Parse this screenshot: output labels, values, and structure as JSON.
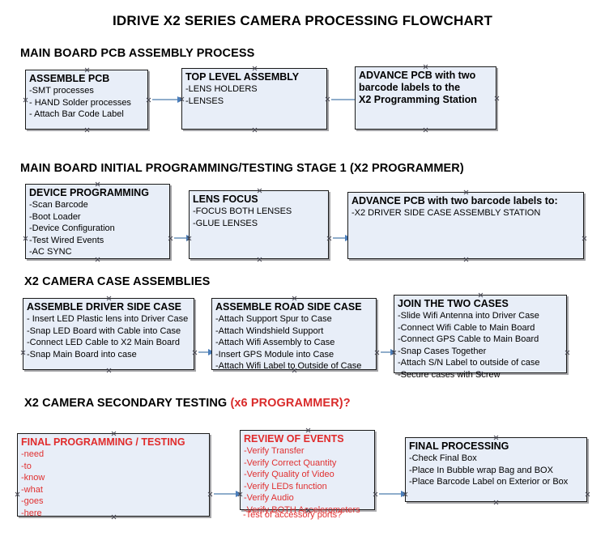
{
  "title": "IDRIVE X2  SERIES CAMERA PROCESSING FLOWCHART",
  "sections": [
    {
      "heading": "MAIN BOARD PCB ASSEMBLY PROCESS",
      "accent": ""
    },
    {
      "heading": "MAIN BOARD INITIAL PROGRAMMING/TESTING STAGE 1 (X2 PROGRAMMER)",
      "accent": ""
    },
    {
      "heading": "X2 CAMERA CASE ASSEMBLIES",
      "accent": ""
    },
    {
      "heading": "X2 CAMERA SECONDARY TESTING ",
      "accent": "(x6 PROGRAMMER)?"
    }
  ],
  "nodes": {
    "assemble_pcb": {
      "title": "ASSEMBLE PCB",
      "lines": [
        "-SMT processes",
        "- HAND Solder processes",
        "- Attach Bar Code Label"
      ]
    },
    "top_level_assembly": {
      "title": "TOP LEVEL ASSEMBLY",
      "lines": [
        "-LENS HOLDERS",
        "-LENSES"
      ]
    },
    "advance_pcb_station": {
      "title": "ADVANCE PCB with two",
      "title2": "barcode labels to the",
      "title3": " X2 Programming Station",
      "lines": []
    },
    "device_programming": {
      "title": "DEVICE PROGRAMMING",
      "lines": [
        "-Scan Barcode",
        "-Boot Loader",
        "-Device Configuration",
        "-Test Wired Events",
        "-AC SYNC"
      ]
    },
    "lens_focus": {
      "title": "LENS FOCUS",
      "lines": [
        "-FOCUS BOTH LENSES",
        "-GLUE LENSES"
      ]
    },
    "advance_pcb_driver": {
      "title": "ADVANCE PCB with two barcode labels to:",
      "lines": [
        "-X2 DRIVER  SIDE  CASE  ASSEMBLY STATION"
      ]
    },
    "assemble_driver_side": {
      "title": "ASSEMBLE DRIVER SIDE CASE",
      "lines": [
        "- Insert LED Plastic lens into Driver Case",
        "-Snap LED Board with Cable into Case",
        "-Connect LED Cable to X2 Main Board",
        "-Snap Main Board into case"
      ]
    },
    "assemble_road_side": {
      "title": "ASSEMBLE ROAD SIDE CASE",
      "lines": [
        "-Attach Support Spur to Case",
        "-Attach Windshield Support",
        "-Attach Wifi Assembly to Case",
        "-Insert GPS Module into Case",
        "-Attach Wifi Label to Outside of Case"
      ]
    },
    "join_two_cases": {
      "title": "JOIN THE TWO CASES",
      "lines": [
        "-Slide Wifi Antenna into Driver Case",
        "-Connect Wifi Cable to Main Board",
        "-Connect GPS Cable to Main Board",
        "-Snap Cases Together",
        "-Attach S/N Label to outside of case",
        "-Secure cases with Screw"
      ]
    },
    "final_programming": {
      "title": "FINAL PROGRAMMING / TESTING",
      "lines": [
        "-need",
        "-to",
        "-know",
        "-what",
        "-goes",
        "-here"
      ]
    },
    "review_of_events": {
      "title": "REVIEW OF EVENTS",
      "lines": [
        "-Verify Transfer",
        "-Verify Correct Quantity",
        "-Verify Quality of Video",
        "-Verify LEDs function",
        "-Verify Audio",
        "-Verify BOTH Accelerometers"
      ],
      "overflow_line": "-Test of accessory ports?"
    },
    "final_processing": {
      "title": "FINAL PROCESSING",
      "lines": [
        " -Check Final Box",
        "-Place In Bubble wrap Bag and BOX",
        "-Place Barcode Label on Exterior or Box"
      ]
    }
  },
  "colors": {
    "node_fill": "#e8eef8",
    "node_border": "#1a1a1a",
    "arrow_line": "#8fadcb",
    "arrow_head": "#4a7ebb",
    "accent_red": "#d92b2b",
    "text": "#000000"
  }
}
